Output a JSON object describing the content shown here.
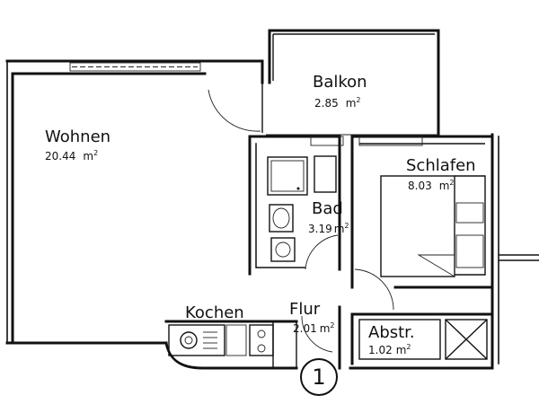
{
  "rooms": {
    "wohnen": {
      "name": "Wohnen",
      "area_value": "20.44",
      "area_unit": "m",
      "area_exp": "2"
    },
    "balkon": {
      "name": "Balkon",
      "area_value": "2.85",
      "area_unit": "m",
      "area_exp": "2"
    },
    "schlafen": {
      "name": "Schlafen",
      "area_value": "8.03",
      "area_unit": "m",
      "area_exp": "2"
    },
    "bad": {
      "name": "Bad",
      "area_value": "3.19",
      "area_unit": "m",
      "area_exp": "2"
    },
    "kochen": {
      "name": "Kochen"
    },
    "flur": {
      "name": "Flur",
      "area_value": "2.01",
      "area_unit": "m",
      "area_exp": "2"
    },
    "abstr": {
      "name": "Abstr.",
      "area_value": "1.02",
      "area_unit": "m",
      "area_exp": "2"
    }
  },
  "unit_marker": "1"
}
